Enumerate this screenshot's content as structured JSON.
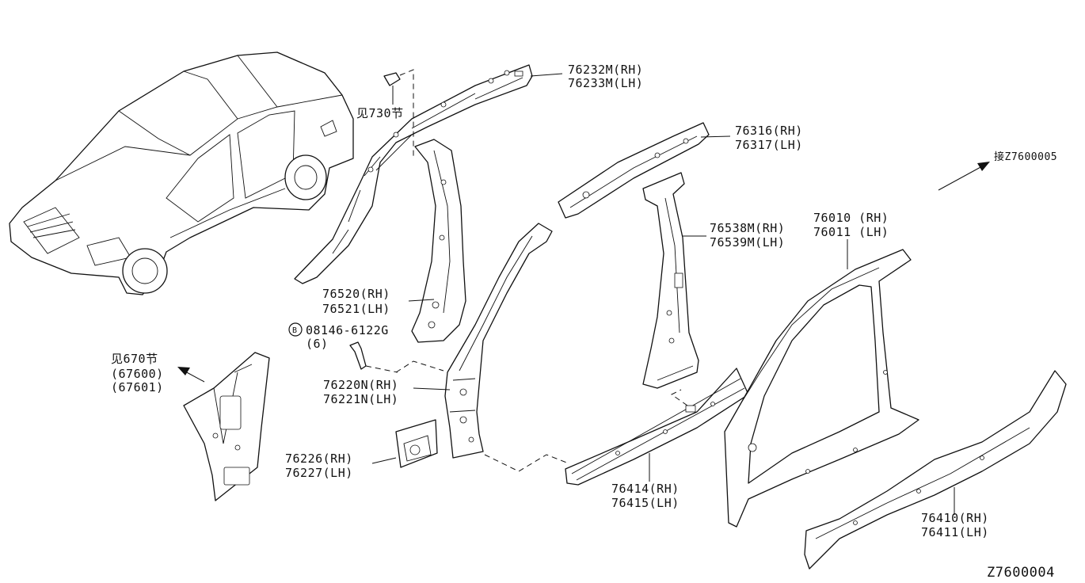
{
  "callouts": {
    "roof_rail_rh": "76232M(RH)",
    "roof_rail_lh": "76233M(LH)",
    "see_730": "见730节",
    "rail_inner_rh": "76316(RH)",
    "rail_inner_lh": "76317(LH)",
    "connect": "接Z7600005",
    "center_pillar_rh": "76538M(RH)",
    "center_pillar_lh": "76539M(LH)",
    "body_side_rh": "76010 (RH)",
    "body_side_lh": "76011 (LH)",
    "front_pillar_inner_rh": "76520(RH)",
    "front_pillar_inner_lh": "76521(LH)",
    "bolt_code": "08146-6122G",
    "bolt_circle": "B",
    "bolt_qty": "(6)",
    "see_670": "见670节",
    "dash_side_rh": "(67600)",
    "dash_side_lh": "(67601)",
    "front_pillar_rh": "76220N(RH)",
    "front_pillar_lh": "76221N(LH)",
    "bracket_rh": "76226(RH)",
    "bracket_lh": "76227(LH)",
    "sill_inner_rh": "76414(RH)",
    "sill_inner_lh": "76415(LH)",
    "sill_outer_rh": "76410(RH)",
    "sill_outer_lh": "76411(LH)",
    "diagram_id": "Z7600004"
  }
}
